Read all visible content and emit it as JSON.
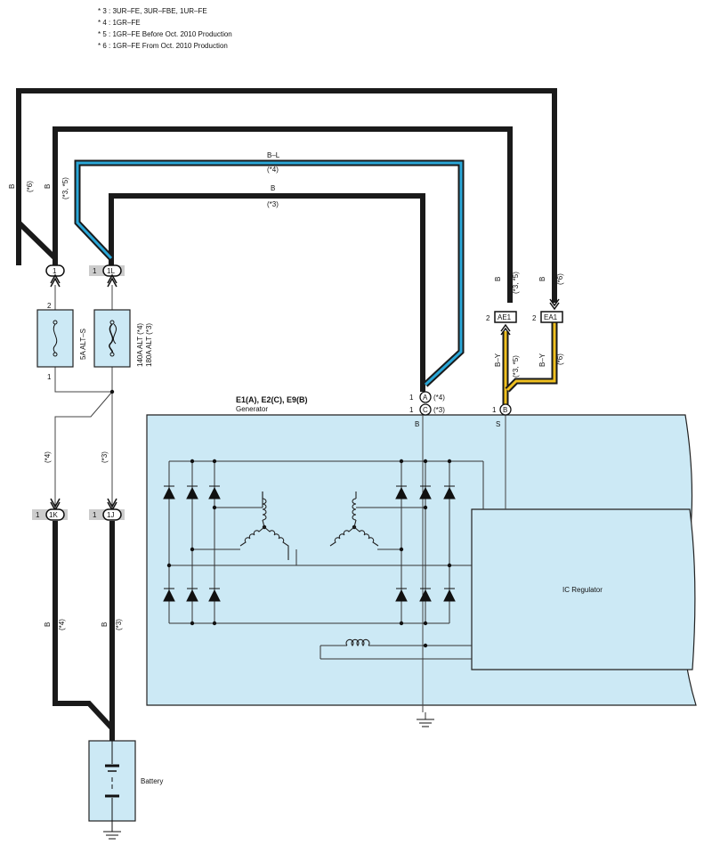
{
  "notes": [
    "* 3 : 3UR–FE,  3UR–FBE,  1UR–FE",
    "* 4 : 1GR–FE",
    "* 5 : 1GR–FE Before Oct.  2010 Production",
    "* 6 : 1GR–FE From Oct.  2010 Production"
  ],
  "wires": {
    "bl_color": "B–L",
    "bl_note": "(*4)",
    "b_top": "B",
    "b_top_note": "(*3)",
    "left_b": "B",
    "left_note6": "(*6)",
    "left2_b": "B",
    "left2_note35": "(*3, *5)",
    "ae1_b": "B",
    "ae1_note": "(*3, *5)",
    "ea1_b": "B",
    "ea1_note": "(*6)",
    "by1": "B–Y",
    "by1_note": "(*3, *5)",
    "by2": "B–Y",
    "by2_note": "(*6)",
    "bot_left_note": "(*4)",
    "bot_mid_note": "(*3)",
    "bat_left_b": "B",
    "bat_left_note": "(*4)",
    "bat_mid_b": "B",
    "bat_mid_note": "(*3)"
  },
  "connectors": {
    "c1": "1",
    "c1L": "1L",
    "c1L_pin": "1",
    "c1K": "1K",
    "c1K_pin": "1",
    "c1J": "1J",
    "c1J_pin": "1",
    "ae1": "AE1",
    "ae1_pin": "2",
    "ea1": "EA1",
    "ea1_pin": "2",
    "fuse_top_pin": "2",
    "fuse_bot_pin": "1"
  },
  "fuses": {
    "alt_s": "5A ALT–S",
    "alt_140": "140A ALT (*4)",
    "alt_180": "180A ALT (*3)"
  },
  "generator": {
    "title": "E1(A), E2(C), E9(B)",
    "subtitle": "Generator",
    "pinA_num": "1",
    "pinA": "A",
    "pinA_note": "(*4)",
    "pinC_num": "1",
    "pinC": "C",
    "pinC_note": "(*3)",
    "pinB_num": "1",
    "pinB": "B",
    "term_b": "B",
    "term_s": "S",
    "ic_regulator": "IC Regulator"
  },
  "battery": {
    "label": "Battery"
  },
  "colors": {
    "wire_black": "#1a1a1a",
    "wire_blue": "#2aa7d8",
    "wire_yellow": "#f0c020",
    "panel_fill": "#cce9f5",
    "connector_gray": "#cccccc"
  }
}
